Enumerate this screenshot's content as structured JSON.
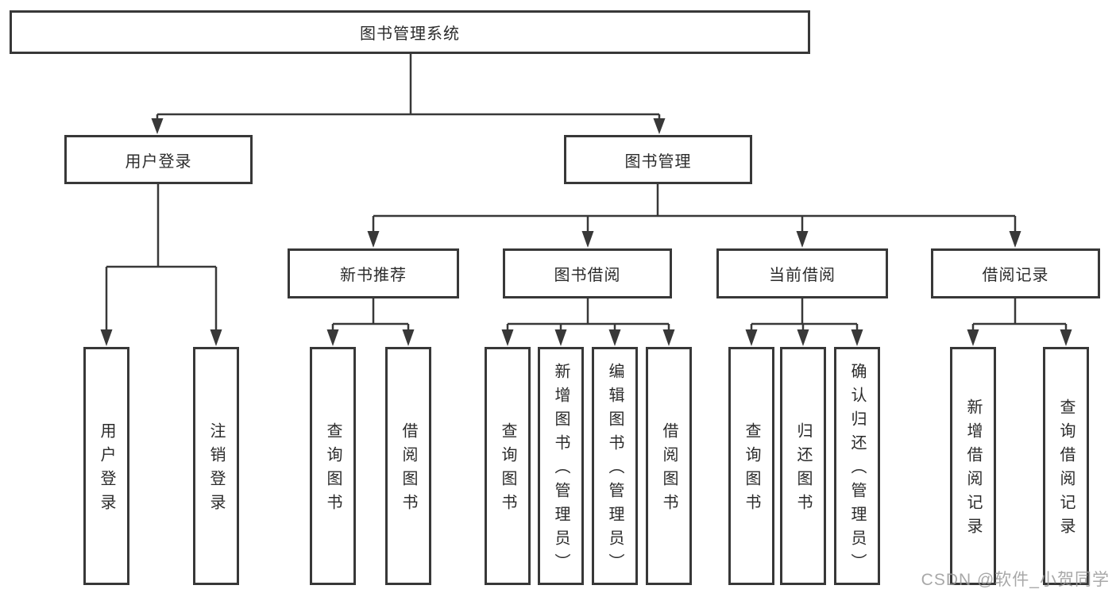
{
  "diagram": {
    "root": {
      "label": "图书管理系统"
    },
    "branches": [
      {
        "label": "用户登录",
        "children": [
          {
            "label": "用户登录"
          },
          {
            "label": "注销登录"
          }
        ]
      },
      {
        "label": "图书管理",
        "children": [
          {
            "label": "新书推荐",
            "children": [
              {
                "label": "查询图书"
              },
              {
                "label": "借阅图书"
              }
            ]
          },
          {
            "label": "图书借阅",
            "children": [
              {
                "label": "查询图书"
              },
              {
                "label": "新增图书（管理员）"
              },
              {
                "label": "编辑图书（管理员）"
              },
              {
                "label": "借阅图书"
              }
            ]
          },
          {
            "label": "当前借阅",
            "children": [
              {
                "label": "查询图书"
              },
              {
                "label": "归还图书"
              },
              {
                "label": "确认归还（管理员）"
              }
            ]
          },
          {
            "label": "借阅记录",
            "children": [
              {
                "label": "新增借阅记录"
              },
              {
                "label": "查询借阅记录"
              }
            ]
          }
        ]
      }
    ]
  },
  "watermark": {
    "text": "CSDN @软件_小贺同学"
  },
  "colors": {
    "line": "#383838",
    "box_border": "#383838",
    "box_fill": "#ffffff",
    "text": "#2b2b2b",
    "watermark": "#9a9a9a"
  }
}
